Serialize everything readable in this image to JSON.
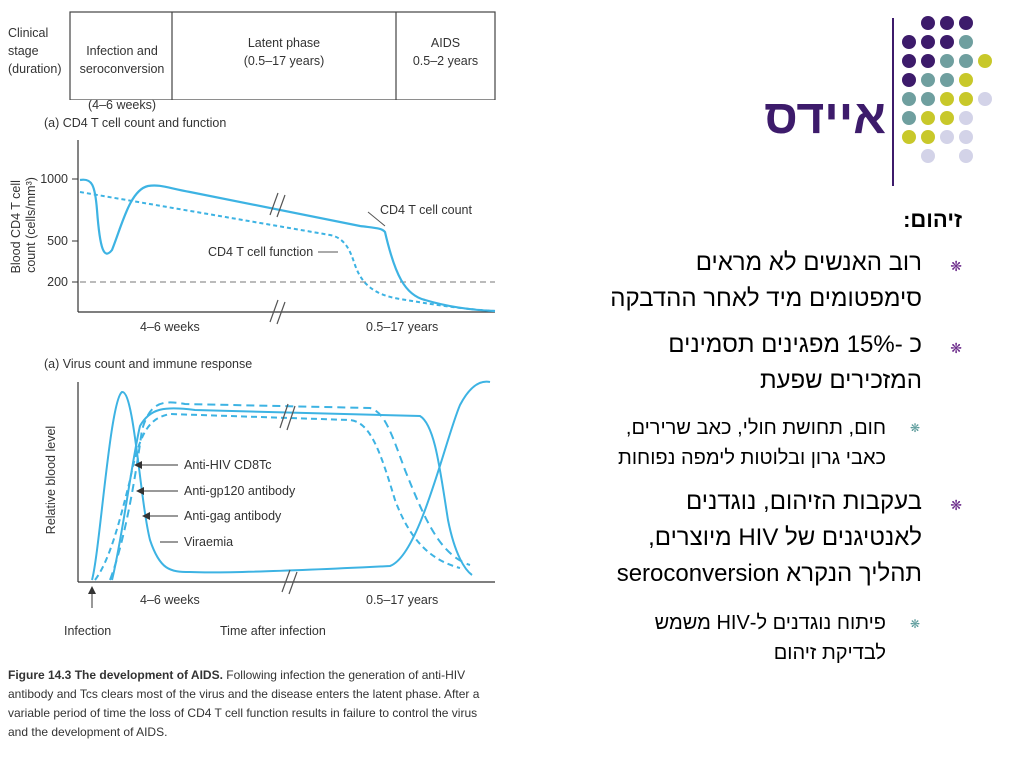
{
  "stage_table": {
    "stub": "Clinical\nstage\n(duration)",
    "stages": [
      {
        "name": "Infection and\nseroconversion",
        "duration": "(4–6 weeks)"
      },
      {
        "name": "Latent phase",
        "duration": "(0.5–17 years)"
      },
      {
        "name": "AIDS",
        "duration": "0.5–2 years"
      }
    ]
  },
  "panel_a": {
    "title": "(a) CD4 T cell count and function",
    "ylabel": "Blood CD4 T cell count (cells/mm³)",
    "yticks": [
      "1000",
      "500",
      "200"
    ],
    "xticks": [
      "4–6 weeks",
      "0.5–17 years"
    ],
    "labels": {
      "count": "CD4 T cell count",
      "function": "CD4 T cell function"
    }
  },
  "panel_b": {
    "title": "(a) Virus count and immune response",
    "ylabel": "Relative blood level",
    "xticks": [
      "4–6 weeks",
      "0.5–17 years"
    ],
    "legend": [
      "Anti-HIV CD8Tc",
      "Anti-gp120 antibody",
      "Anti-gag antibody",
      "Viraemia"
    ],
    "infection_label": "Infection",
    "xlabel": "Time after infection"
  },
  "caption": {
    "bold": "Figure 14.3  The development of AIDS.",
    "text": " Following infection the generation of anti-HIV antibody and Tcs clears most of the virus and the disease enters the latent phase. After a variable period of time the loss of CD4 T cell function results in failure to control the virus and the development of AIDS."
  },
  "slide": {
    "title": "איידס",
    "heading": "זיהום:",
    "bullet1": [
      "רוב האנשים לא מראים",
      "סימפטומים מיד לאחר ההדבקה"
    ],
    "bullet2": [
      "כ -15% מפגינים תסמינים",
      "המזכירים שפעת"
    ],
    "sub1": [
      "חום, תחושת חולי, כאב שרירים,",
      "כאבי גרון ובלוטות לימפה נפוחות"
    ],
    "bullet3": [
      "בעקבות הזיהום, נוגדנים",
      "לאנטיגנים של HIV מיוצרים,",
      "תהליך הנקרא seroconversion"
    ],
    "sub2": [
      "פיתוח נוגדנים ל-HIV משמש",
      "לבדיקת זיהום"
    ]
  },
  "colors": {
    "purple": "#3d1b6b",
    "teal": "#6f9f9f",
    "lime": "#c8c82a",
    "lavender": "#d3d3e8",
    "curve": "#3db3e3"
  }
}
